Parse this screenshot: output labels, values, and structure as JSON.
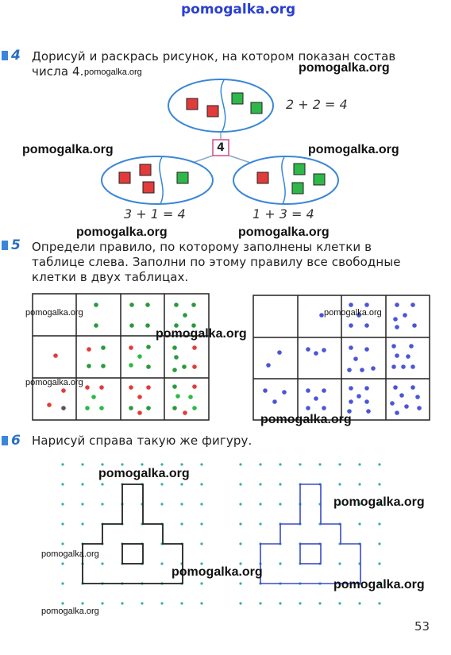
{
  "watermarks": {
    "top": "pomogalka.org",
    "label": "pomogalka.org"
  },
  "task4": {
    "number": "4",
    "text_line1": "Дорисуй и раскрась рисунок, на котором показан состав",
    "text_line2": "числа 4.",
    "center_number": "4",
    "eq_top": "2 + 2 = 4",
    "eq_left": "3 + 1 = 4",
    "eq_right": "1 + 3 = 4"
  },
  "task5": {
    "number": "5",
    "text_line1": "Определи правило, по которому заполнены клетки в",
    "text_line2": "таблице слева. Заполни по этому правилу все свободные",
    "text_line3": "клетки в двух таблицах."
  },
  "task6": {
    "number": "6",
    "text": "Нарисуй справа такую же фигуру."
  },
  "page_number": "53",
  "colors": {
    "marker": "#3a86d8",
    "red": "#e23b3b",
    "green": "#2fb84a",
    "blue": "#4a56d6",
    "watermark_top": "#2a3fd1"
  }
}
